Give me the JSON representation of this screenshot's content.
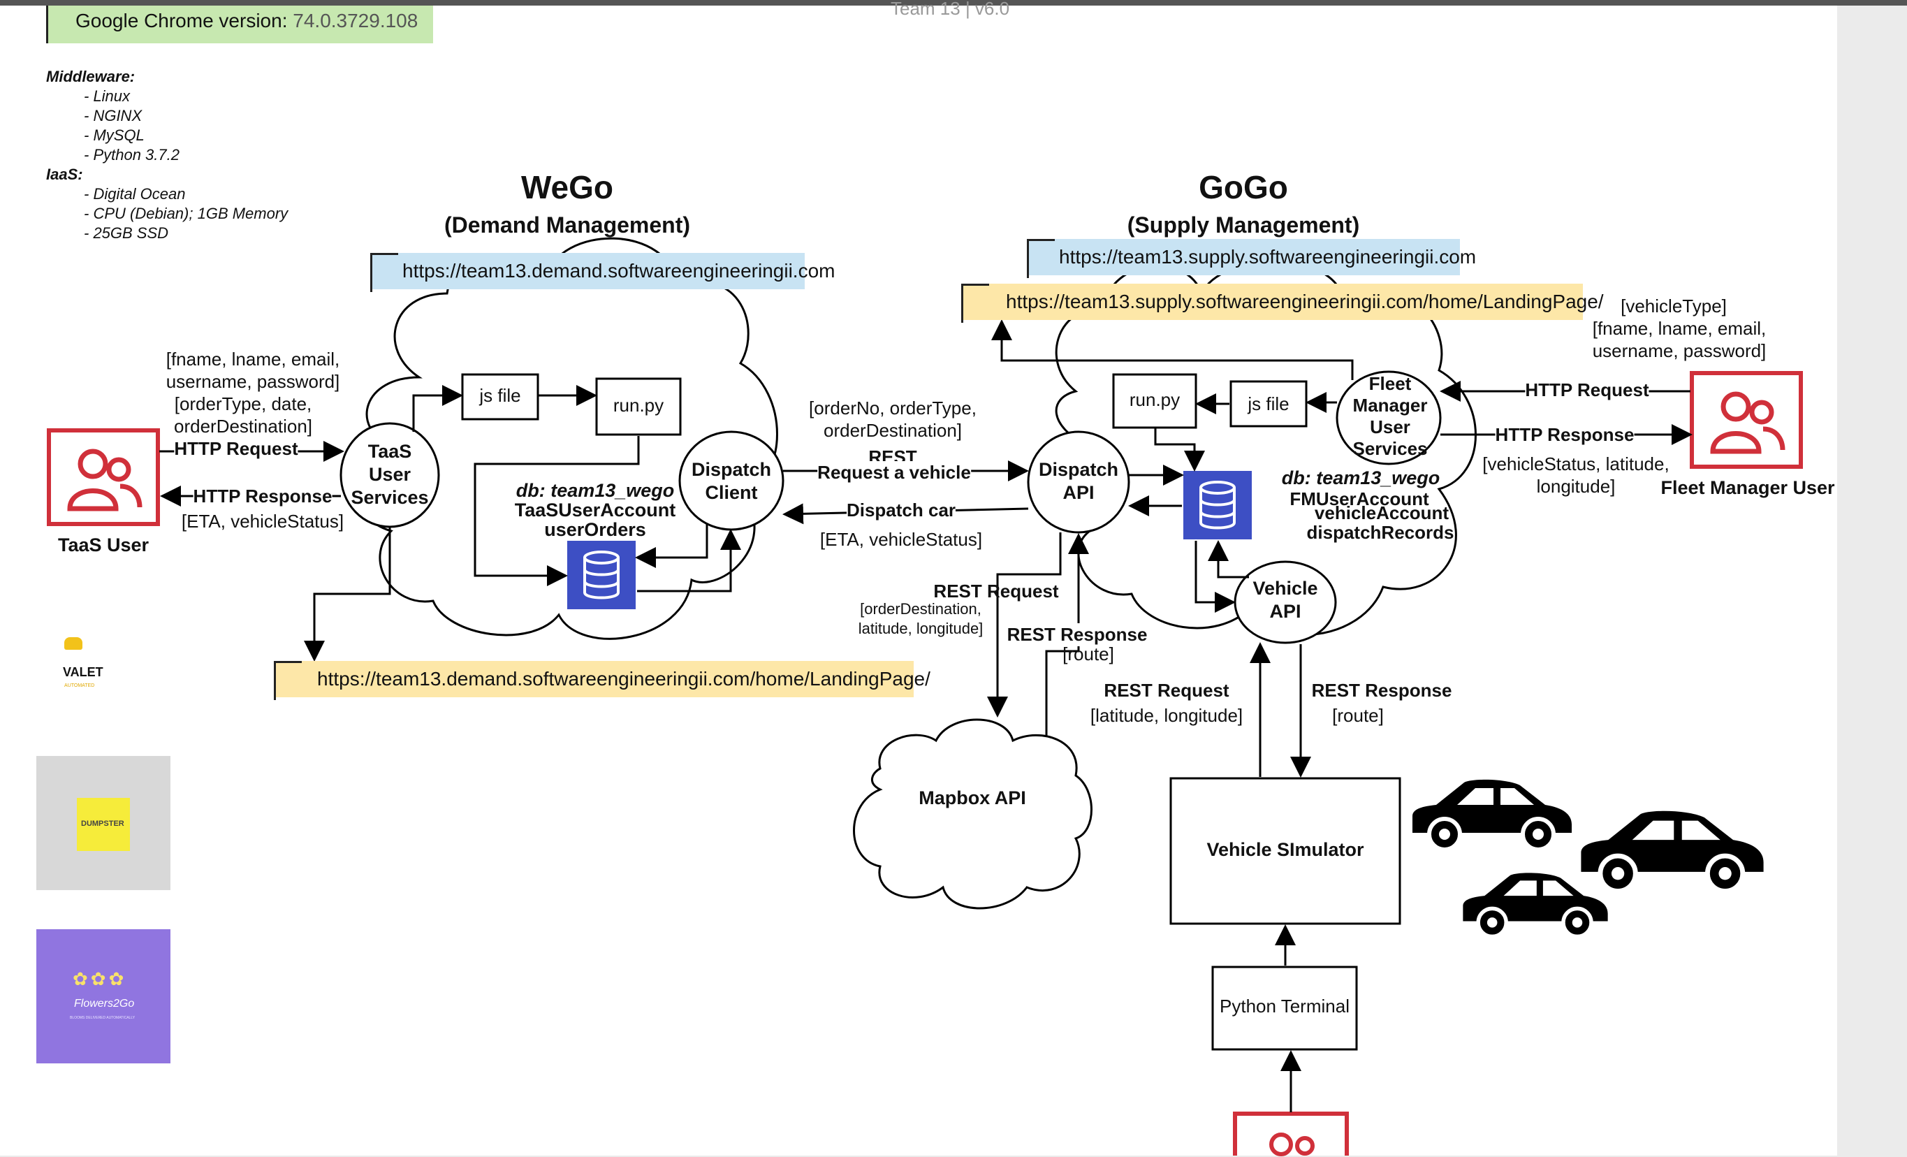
{
  "header": {
    "chrome_label": "Google Chrome version:",
    "chrome_version": "74.0.3729.108",
    "center_title": "Team 13 | v6.0"
  },
  "middleware": {
    "title": "Middleware:",
    "items": [
      "- Linux",
      "- NGINX",
      "- MySQL",
      "- Python 3.7.2"
    ]
  },
  "iaas": {
    "title": "IaaS:",
    "items": [
      "- Digital Ocean",
      "- CPU (Debian); 1GB Memory",
      "- 25GB SSD"
    ]
  },
  "wego": {
    "title": "WeGo",
    "subtitle": "(Demand Management)",
    "url": "https://team13.demand.softwareengineeringii.com",
    "landing_url": "https://team13.demand.softwareengineeringii.com/home/LandingPage/",
    "services": [
      "TaaS",
      "User",
      "Services"
    ],
    "js_file": "js file",
    "run_py": "run.py",
    "dispatch_client": [
      "Dispatch",
      "Client"
    ],
    "db_name": "db: team13_wego",
    "db_tables": [
      "TaaSUserAccount",
      "userOrders"
    ]
  },
  "gogo": {
    "title": "GoGo",
    "subtitle": "(Supply Management)",
    "url": "https://team13.supply.softwareengineeringii.com",
    "landing_url": "https://team13.supply.softwareengineeringii.com/home/LandingPage/",
    "fm_services": [
      "Fleet",
      "Manager",
      "User",
      "Services"
    ],
    "js_file": "js file",
    "run_py": "run.py",
    "dispatch_api": [
      "Dispatch",
      "API"
    ],
    "vehicle_api": [
      "Vehicle",
      "API"
    ],
    "db_name": "db: team13_wego",
    "db_tables": [
      "FMUserAccount",
      "vehicleAccount",
      "dispatchRecords"
    ]
  },
  "taas_user": {
    "label": "TaaS User",
    "fields": [
      "[fname, lname, email,",
      "username, password]",
      "[orderType, date,",
      "orderDestination]"
    ],
    "http_request": "HTTP Request",
    "http_response": "HTTP Response",
    "response_fields": "[ETA, vehicleStatus]"
  },
  "fleet_user": {
    "label": "Fleet Manager User",
    "fields": [
      "[vehicleType]",
      "[fname, lname, email,",
      "username, password]"
    ],
    "http_request": "HTTP Request",
    "http_response": "HTTP Response",
    "response_fields": [
      "[vehicleStatus, latitude,",
      "longitude]"
    ]
  },
  "links": {
    "order_fields": [
      "[orderNo, orderType,",
      "orderDestination]"
    ],
    "rest": "REST",
    "request_vehicle": "Request a vehicle",
    "dispatch_car": "Dispatch car",
    "eta_status": "[ETA, vehicleStatus]",
    "rest_request": "REST Request",
    "rest_request_fields": [
      "[orderDestination,",
      "latitude, longitude]"
    ],
    "rest_response": "REST Response",
    "route": "[route]",
    "sim_rest_request": "REST Request",
    "sim_request_fields": "[latitude, longitude]",
    "sim_rest_response": "REST Response",
    "sim_route": "[route]"
  },
  "mapbox": "Mapbox API",
  "vehicle_simulator": "Vehicle SImulator",
  "python_terminal": "Python Terminal",
  "thumbs": {
    "valet": "VALET",
    "valet_sub": "AUTOMATED",
    "dumpster": "DUMPSTER",
    "flowers": "Flowers2Go",
    "flowers_sub": "BLOOMS DELIVERED AUTOMATICALLY"
  },
  "colors": {
    "user_red": "#d0303a",
    "db_blue": "#3d4fc4",
    "url_blue": "#c8e3f3",
    "url_yellow": "#fde7a8",
    "version_green": "#c7e8b0",
    "flowers_purple": "#9075e0",
    "dumpster_yellow": "#f6ec3a",
    "valet_yellow": "#f2c21a"
  },
  "icons": [
    "user-group-icon",
    "database-icon",
    "car-icon",
    "cloud-shape"
  ]
}
